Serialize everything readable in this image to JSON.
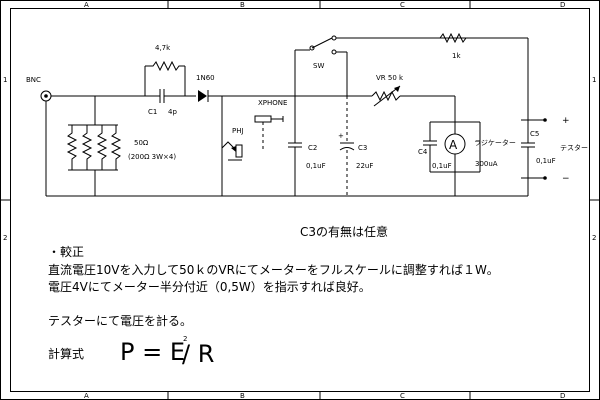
{
  "frame": {
    "col_markers": [
      "A",
      "B",
      "C",
      "D"
    ],
    "row_markers": [
      "1",
      "2"
    ]
  },
  "components": {
    "bnc": "BNC",
    "r_shunt": "50Ω",
    "r_shunt_detail": "(200Ω 3W×4)",
    "r_47k": "4,7k",
    "c1": "C1",
    "c1_value": "4p",
    "diode": "1N60",
    "phj": "PHJ",
    "xphone": "XPHONE",
    "sw": "SW",
    "r_1k": "1k",
    "vr": "VR 50 k",
    "c2": "C2",
    "c2_value": "0,1uF",
    "c3": "C3",
    "c3_value": "22uF",
    "c4": "C4",
    "c4_value": "0,1uF",
    "meter_symbol": "A",
    "meter_label": "ラジケーター",
    "meter_value": "300uA",
    "c5": "C5",
    "c5_value": "0,1uF",
    "tester": "テスター",
    "plus": "+",
    "minus": "−"
  },
  "notes": {
    "c3_optional": "C3の有無は任意",
    "calib_title": "・較正",
    "calib_line1": "直流電圧10Vを入力して50ｋのVRにてメーターをフルスケールに調整すれば１W。",
    "calib_line2": "電圧4Vにてメーター半分付近（0,5W）を指示すれば良好。",
    "tester_note": "テスターにて電圧を計る。",
    "formula_label": "計算式",
    "formula": "P = E",
    "formula_exp": "2",
    "formula_tail": "/ R"
  }
}
